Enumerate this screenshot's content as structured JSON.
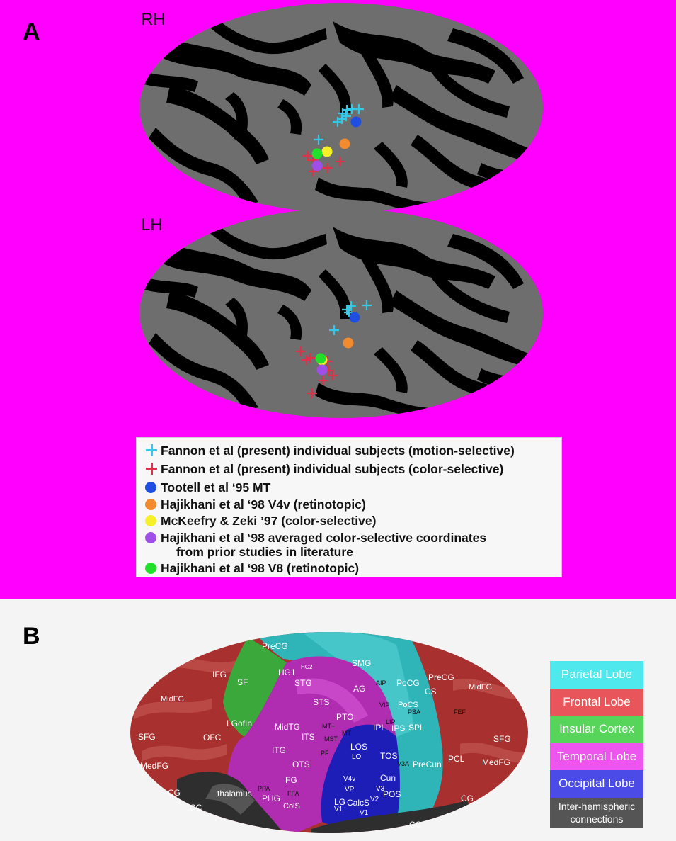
{
  "panel_a": {
    "letter": "A",
    "rh_label": "RH",
    "lh_label": "LH",
    "background": "#ff00ff",
    "legend": [
      {
        "symbol": "cross",
        "color": "#33c8e8",
        "text": "Fannon et al (present) individual subjects (motion-selective)"
      },
      {
        "symbol": "cross",
        "color": "#e0304a",
        "text": "Fannon et al (present) individual subjects (color-selective)"
      },
      {
        "symbol": "dot",
        "color": "#1f4fe0",
        "text": "Tootell et al ‘95 MT"
      },
      {
        "symbol": "dot",
        "color": "#f28a2e",
        "text": "Hajikhani et al ‘98 V4v (retinotopic)"
      },
      {
        "symbol": "dot",
        "color": "#f5f02a",
        "text": "McKeefry & Zeki ’97 (color-selective)"
      },
      {
        "symbol": "dot",
        "color": "#a04ee8",
        "text": "Hajikhani et al ‘98 averaged color-selective coordinates",
        "text2": "from prior studies in literature"
      },
      {
        "symbol": "dot",
        "color": "#22e02a",
        "text": "Hajikhani et al ‘98 V8 (retinotopic)"
      }
    ]
  },
  "panel_b": {
    "letter": "B",
    "legend": [
      {
        "label": "Parietal Lobe",
        "color": "#4fe8ec"
      },
      {
        "label": "Frontal Lobe",
        "color": "#e8555a"
      },
      {
        "label": "Insular Cortex",
        "color": "#57d55a"
      },
      {
        "label": "Temporal Lobe",
        "color": "#ee55ee"
      },
      {
        "label": "Occipital Lobe",
        "color": "#4b4be8"
      },
      {
        "label": "Inter-hemispheric connections",
        "line1": "Inter-hemispheric",
        "line2": "connections",
        "color": "#555555"
      }
    ],
    "regions": {
      "PreCG_top": "PreCG",
      "IFG": "IFG",
      "SF": "SF",
      "HG1": "HG1",
      "HG2": "HG2",
      "SMG": "SMG",
      "PreCG_right": "PreCG",
      "MidFG_left": "MidFG",
      "STG": "STG",
      "AIP": "AIP",
      "PoCG": "PoCG",
      "CS": "CS",
      "MidFG_right": "MidFG",
      "LGofIn": "LGofIn",
      "AG": "AG",
      "VIP": "VIP",
      "PoCS": "PoCS",
      "PSA": "PSA",
      "FEF": "FEF",
      "STS": "STS",
      "PTO": "PTO",
      "LIP": "LIP",
      "SFG_left": "SFG",
      "OFC": "OFC",
      "MidTG": "MidTG",
      "MTplus": "MT+",
      "MT": "MT",
      "IPL": "IPL",
      "IPS": "IPS",
      "SPL": "SPL",
      "SFG_right": "SFG",
      "MST": "MST",
      "ITS": "ITS",
      "LOS": "LOS",
      "LO": "LO",
      "ITG": "ITG",
      "PF": "PF",
      "TOS": "TOS",
      "V3A": "V3A",
      "PreCun": "PreCun",
      "PCL": "PCL",
      "MedFG_left": "MedFG",
      "OTS": "OTS",
      "MedFG_right": "MedFG",
      "V4v": "V4v",
      "Cun": "Cun",
      "FG": "FG",
      "VP": "VP",
      "V3": "V3",
      "POS": "POS",
      "CG_left": "CG",
      "thalamus": "thalamus",
      "PPA": "PPA",
      "FFA": "FFA",
      "PHG": "PHG",
      "LG": "LG",
      "CalcS": "CalcS",
      "V2": "V2",
      "CG_right": "CG",
      "CC_left": "CC",
      "ColS": "ColS",
      "V1a": "V1",
      "V1b": "V1",
      "CC_bottom": "CC"
    }
  }
}
